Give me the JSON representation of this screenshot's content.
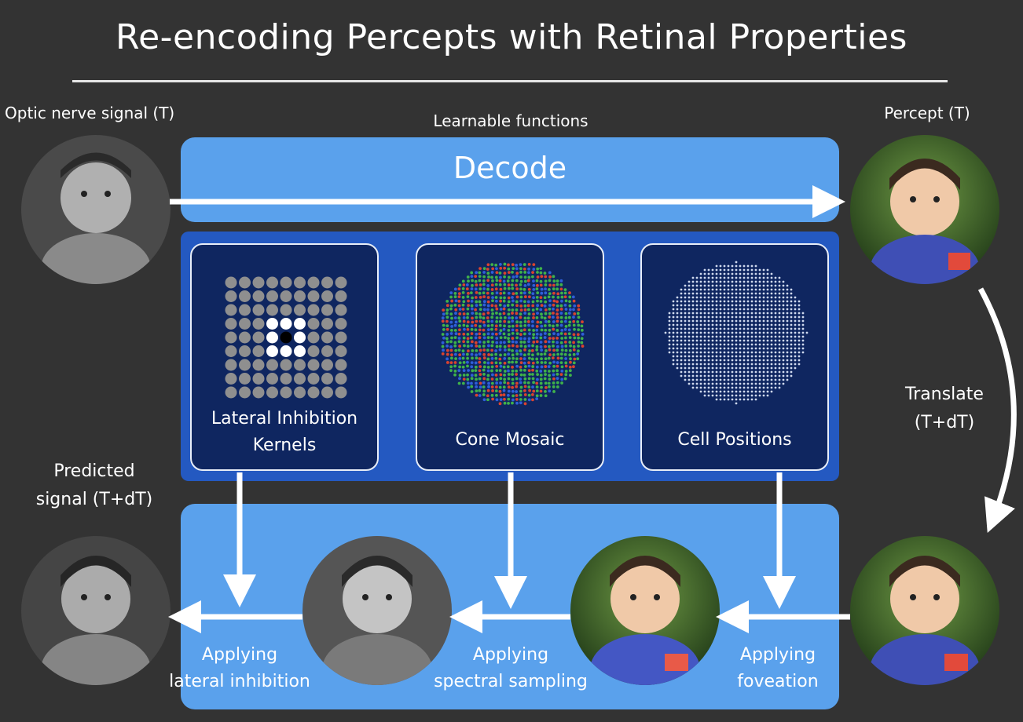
{
  "title": "Re-encoding Percepts with Retinal Properties",
  "labels": {
    "optic_nerve": "Optic nerve signal (T)",
    "learnable": "Learnable functions",
    "percept": "Percept (T)",
    "translate_line1": "Translate",
    "translate_line2": "(T+dT)",
    "predicted_line1": "Predicted",
    "predicted_line2": "signal (T+dT)"
  },
  "decode": {
    "label": "Decode"
  },
  "panels": [
    {
      "line1": "Lateral Inhibition",
      "line2": "Kernels"
    },
    {
      "line1": "Cone Mosaic",
      "line2": ""
    },
    {
      "line1": "Cell Positions",
      "line2": ""
    }
  ],
  "steps": [
    {
      "line1": "Applying",
      "line2": "lateral inhibition"
    },
    {
      "line1": "Applying",
      "line2": "spectral sampling"
    },
    {
      "line1": "Applying",
      "line2": "foveation"
    }
  ],
  "colors": {
    "background": "#333333",
    "decode_box": "#5aa1ec",
    "learnable_box": "#2459c1",
    "panel": "#0f2660",
    "arrow": "#ffffff"
  }
}
